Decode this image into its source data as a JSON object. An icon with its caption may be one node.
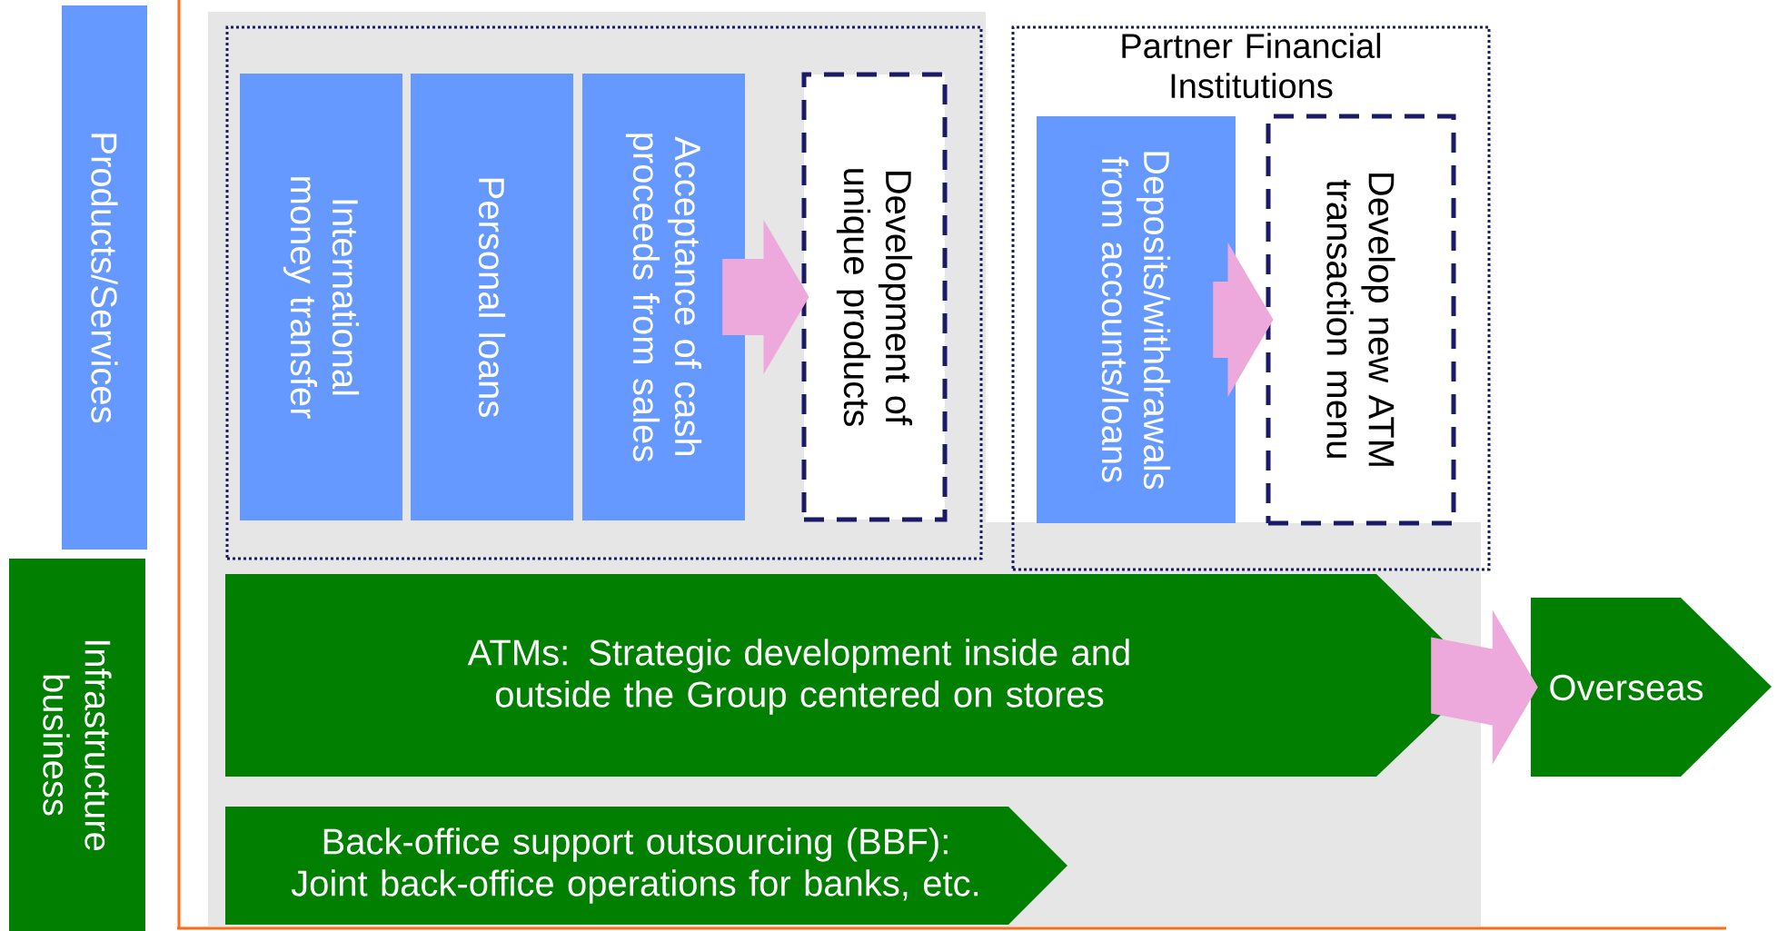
{
  "diagram": {
    "nodes": [
      {
        "text": [
          "Products/Services"
        ]
      },
      {
        "text": [
          "Infrastructure business"
        ]
      },
      {
        "text": [],
        "shape": "box"
      },
      {
        "text": [
          "International money transfer"
        ],
        "in": 2
      },
      {
        "text": [
          "Personal loans"
        ],
        "in": 2
      },
      {
        "text": [
          "Acceptance of cash proceeds from sales"
        ],
        "in": 2
      },
      {
        "text": [
          "Development of unique products"
        ],
        "in": 2
      },
      {
        "text": [
          "Partner Financial Institutions"
        ]
      },
      {
        "text": [
          "Deposits/withdrawals from accounts/loans"
        ],
        "in": 7
      },
      {
        "text": [
          "Develop new ATM transaction menu"
        ],
        "in": 7
      },
      {
        "text": [
          "ATMs: Strategic development inside and outside the Group centered on stores"
        ]
      },
      {
        "text": [
          "Overseas"
        ]
      },
      {
        "text": [
          "Back-office support outsourcing (BBF): Joint back-office operations for banks, etc."
        ]
      }
    ],
    "edges": [
      {
        "from": 5,
        "to": 6,
        "arrow": "to"
      },
      {
        "from": 8,
        "to": 9,
        "arrow": "to"
      },
      {
        "from": 10,
        "to": 11,
        "arrow": "to"
      }
    ]
  }
}
